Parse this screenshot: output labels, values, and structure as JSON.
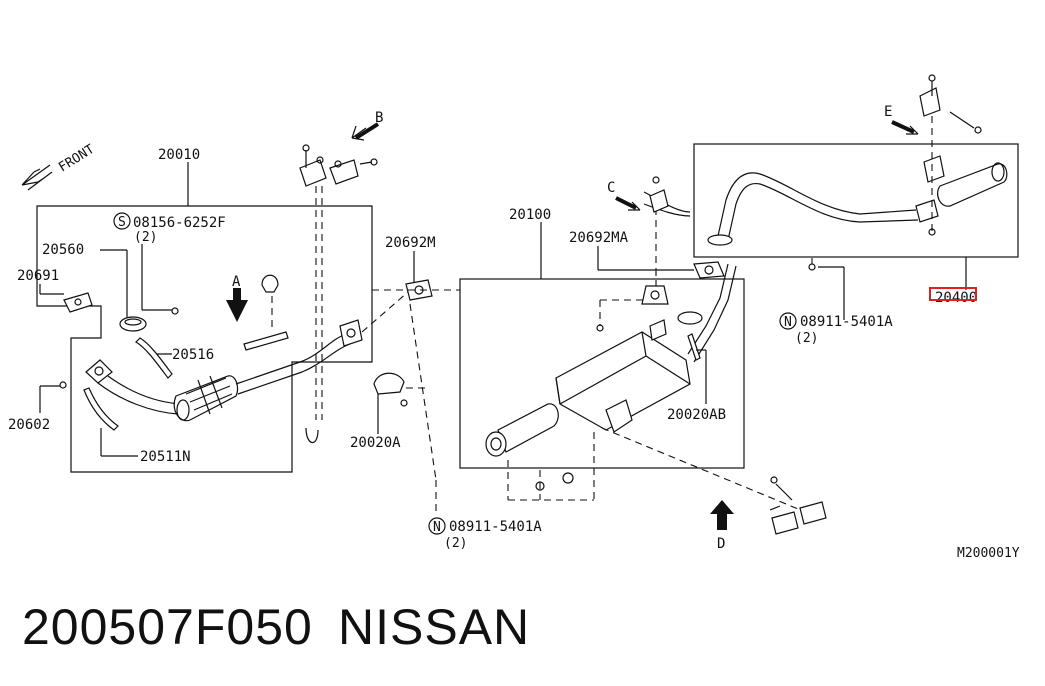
{
  "diagram": {
    "front_label": "FRONT",
    "view_labels": {
      "a": "A",
      "b": "B",
      "c": "C",
      "d": "D",
      "e": "E"
    },
    "parts": {
      "p20010": "20010",
      "p08156": "08156-6252F",
      "p08156_qty": "(2)",
      "p20560": "20560",
      "p20691": "20691",
      "p20602": "20602",
      "p20516": "20516",
      "p20511n": "20511N",
      "p20692m": "20692M",
      "p20020a": "20020A",
      "p20100": "20100",
      "p20692ma": "20692MA",
      "p20020ab": "20020AB",
      "p08911_a": "08911-5401A",
      "p08911_a_qty": "(2)",
      "p08911_b": "08911-5401A",
      "p08911_b_qty": "(2)",
      "p20400": "20400",
      "s_prefix": "S",
      "n_prefix_a": "N",
      "n_prefix_b": "N"
    },
    "ref_code": "M200001Y",
    "highlight_color": "#e02020"
  },
  "footer": {
    "part_number": "200507F050",
    "brand": "NISSAN"
  }
}
